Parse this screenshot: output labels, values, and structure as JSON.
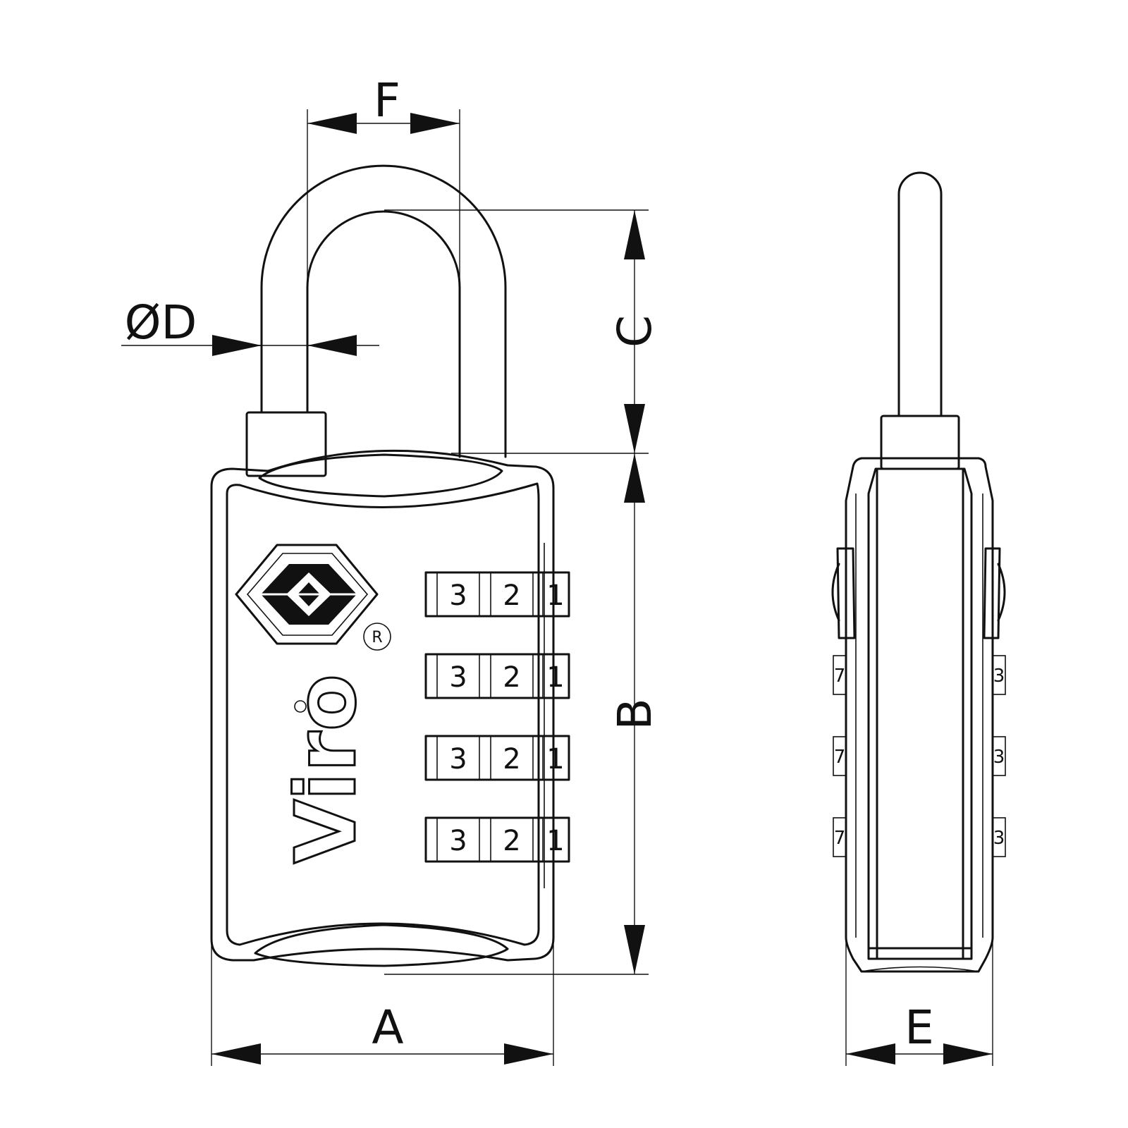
{
  "labels": {
    "width": "A",
    "body_height": "B",
    "shackle_clearance": "C",
    "shackle_diameter": "ØD",
    "depth": "E",
    "shackle_width": "F"
  },
  "brand": {
    "name": "Viro",
    "registered_mark": "R"
  },
  "dials": [
    {
      "left": "3",
      "middle": "2",
      "right": "1"
    },
    {
      "left": "3",
      "middle": "2",
      "right": "1"
    },
    {
      "left": "3",
      "middle": "2",
      "right": "1"
    },
    {
      "left": "3",
      "middle": "2",
      "right": "1"
    }
  ],
  "side_view": {
    "left_digits": [
      "7",
      "7",
      "7"
    ],
    "right_digits": [
      "3",
      "3",
      "3"
    ]
  },
  "icons": [
    "viro-logo-icon",
    "registered-icon"
  ]
}
